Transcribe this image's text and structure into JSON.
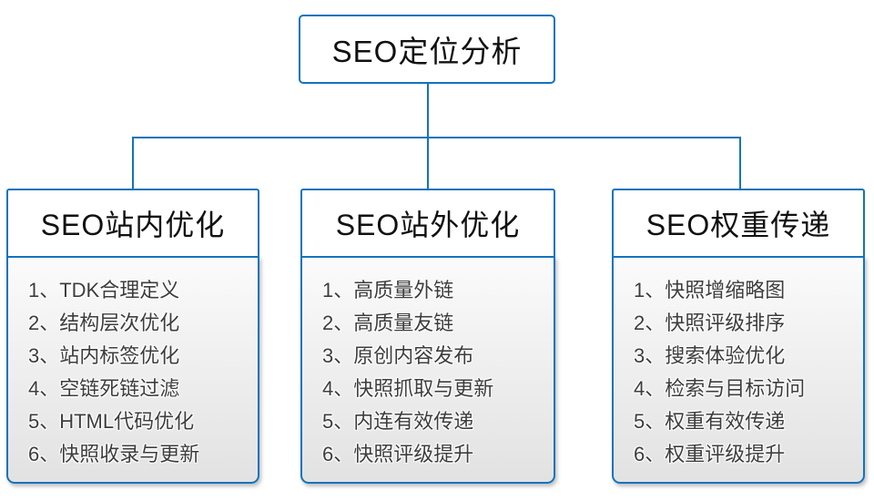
{
  "root": {
    "title": "SEO定位分析"
  },
  "columns": [
    {
      "title": "SEO站内优化",
      "items": [
        "1、TDK合理定义",
        "2、结构层次优化",
        "3、站内标签优化",
        "4、空链死链过滤",
        "5、HTML代码优化",
        "6、快照收录与更新"
      ]
    },
    {
      "title": "SEO站外优化",
      "items": [
        "1、高质量外链",
        "2、高质量友链",
        "3、原创内容发布",
        "4、快照抓取与更新",
        "5、内连有效传递",
        "6、快照评级提升"
      ]
    },
    {
      "title": "SEO权重传递",
      "items": [
        "1、快照增缩略图",
        "2、快照评级排序",
        "3、搜索体验优化",
        "4、检索与目标访问",
        "5、权重有效传递",
        "6、权重评级提升"
      ]
    }
  ],
  "colors": {
    "border_blue": "#1373bd",
    "text_dark": "#111111",
    "list_text": "#3d3d3d",
    "list_gradient_top": "#fbfbfb",
    "list_gradient_bottom": "#e2e2e2",
    "background": "#ffffff"
  }
}
